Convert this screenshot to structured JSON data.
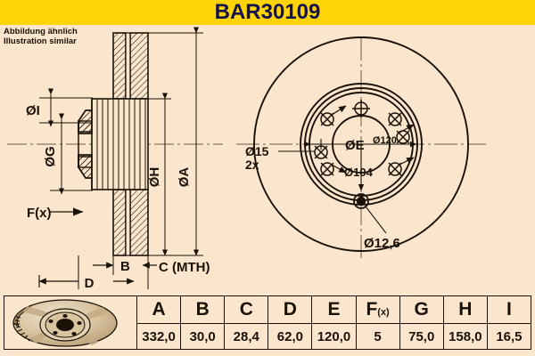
{
  "header": {
    "part_number": "BAR30109",
    "bg_color": "#ffd407",
    "text_color": "#14124a"
  },
  "note": {
    "line_de": "Abbildung ähnlich",
    "line_en": "Illustration similar"
  },
  "page": {
    "background_color": "#fbe6cd",
    "line_color": "#1a1208"
  },
  "section_view": {
    "labels": {
      "dia_i": "ØI",
      "dia_g": "ØG",
      "fx": "F(x)",
      "dia_h": "ØH",
      "dia_a": "ØA",
      "b": "B",
      "c": "C (MTH)",
      "d": "D"
    }
  },
  "face_view": {
    "labels": {
      "dia_e": "ØE",
      "dia_120": "Ø120",
      "dia_104": "Ø104",
      "dia_15": "Ø15",
      "dia_15_count": "2x",
      "dia_12_6": "Ø12,6"
    }
  },
  "spec_table": {
    "columns": [
      "A",
      "B",
      "C",
      "D",
      "E",
      "F(x)",
      "G",
      "H",
      "I"
    ],
    "fx_label_main": "F",
    "fx_label_sub": "(x)",
    "values": [
      "332,0",
      "30,0",
      "28,4",
      "62,0",
      "120,0",
      "5",
      "75,0",
      "158,0",
      "16,5"
    ],
    "thumbnail_name": "vented-brake-disc-render"
  }
}
